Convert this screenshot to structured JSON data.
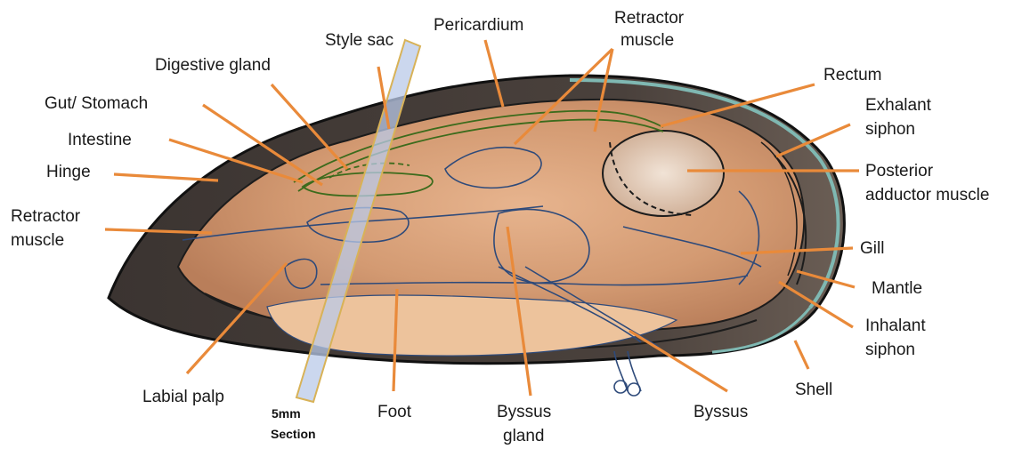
{
  "colors": {
    "arrow": "#e98a3a",
    "shell_outer": "#3a3330",
    "shell_edge_teal": "#7fb8b2",
    "tissue": "#d8a27c",
    "foot": "#e8b98e",
    "section_band": "#b9c9e8",
    "anatomy_lines": "#2e4a7a",
    "gut_lines": "#3c6b1c"
  },
  "labels": {
    "style_sac": "Style sac",
    "pericardium": "Pericardium",
    "retractor_top_1": "Retractor",
    "retractor_top_2": "muscle",
    "digestive_gland": "Digestive gland",
    "rectum": "Rectum",
    "gut_stomach": "Gut/ Stomach",
    "exhalant_1": "Exhalant",
    "exhalant_2": "siphon",
    "intestine": "Intestine",
    "posterior_1": "Posterior",
    "posterior_2": "adductor muscle",
    "hinge": "Hinge",
    "retractor_left_1": "Retractor",
    "retractor_left_2": "muscle",
    "gill": "Gill",
    "mantle": "Mantle",
    "inhalant_1": "Inhalant",
    "inhalant_2": "siphon",
    "labial_palp": "Labial palp",
    "shell": "Shell",
    "section_1": "5mm",
    "section_2": "Section",
    "foot": "Foot",
    "byssus_gland_1": "Byssus",
    "byssus_gland_2": "gland",
    "byssus": "Byssus"
  }
}
